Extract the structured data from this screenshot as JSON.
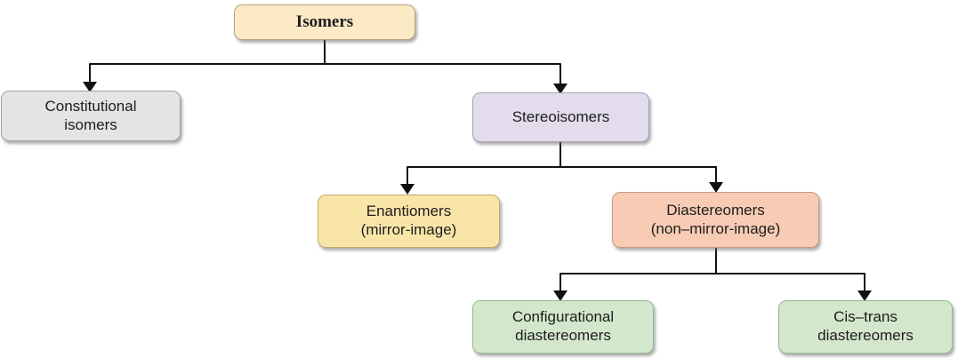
{
  "diagram": {
    "type": "tree-flowchart",
    "line_color": "#111111",
    "text_color": "#1d1d1d",
    "nodes": {
      "isomers": {
        "label": "Isomers",
        "fill": "#fce9c6",
        "border": "#b6a484",
        "children": [
          "constitutional",
          "stereoisomers"
        ]
      },
      "constitutional": {
        "label": "Constitutional\nisomers",
        "fill": "#e4e3e6",
        "border": "#9f9fa5",
        "children": []
      },
      "stereoisomers": {
        "label": "Stereoisomers",
        "fill": "#e2dcec",
        "border": "#a79fb6",
        "children": [
          "enantiomers",
          "diastereomers"
        ]
      },
      "enantiomers": {
        "label": "Enantiomers\n(mirror-image)",
        "fill": "#fae5a8",
        "border": "#bfac70",
        "children": []
      },
      "diastereomers": {
        "label": "Diastereomers\n(non–mirror-image)",
        "fill": "#f8cbb5",
        "border": "#c69a84",
        "children": [
          "configurational",
          "cistrans"
        ]
      },
      "configurational": {
        "label": "Configurational\ndiastereomers",
        "fill": "#d3e7cc",
        "border": "#97b98e",
        "children": []
      },
      "cistrans": {
        "label": "Cis–trans\ndiastereomers",
        "fill": "#d3e7cc",
        "border": "#97b98e",
        "children": []
      }
    }
  }
}
